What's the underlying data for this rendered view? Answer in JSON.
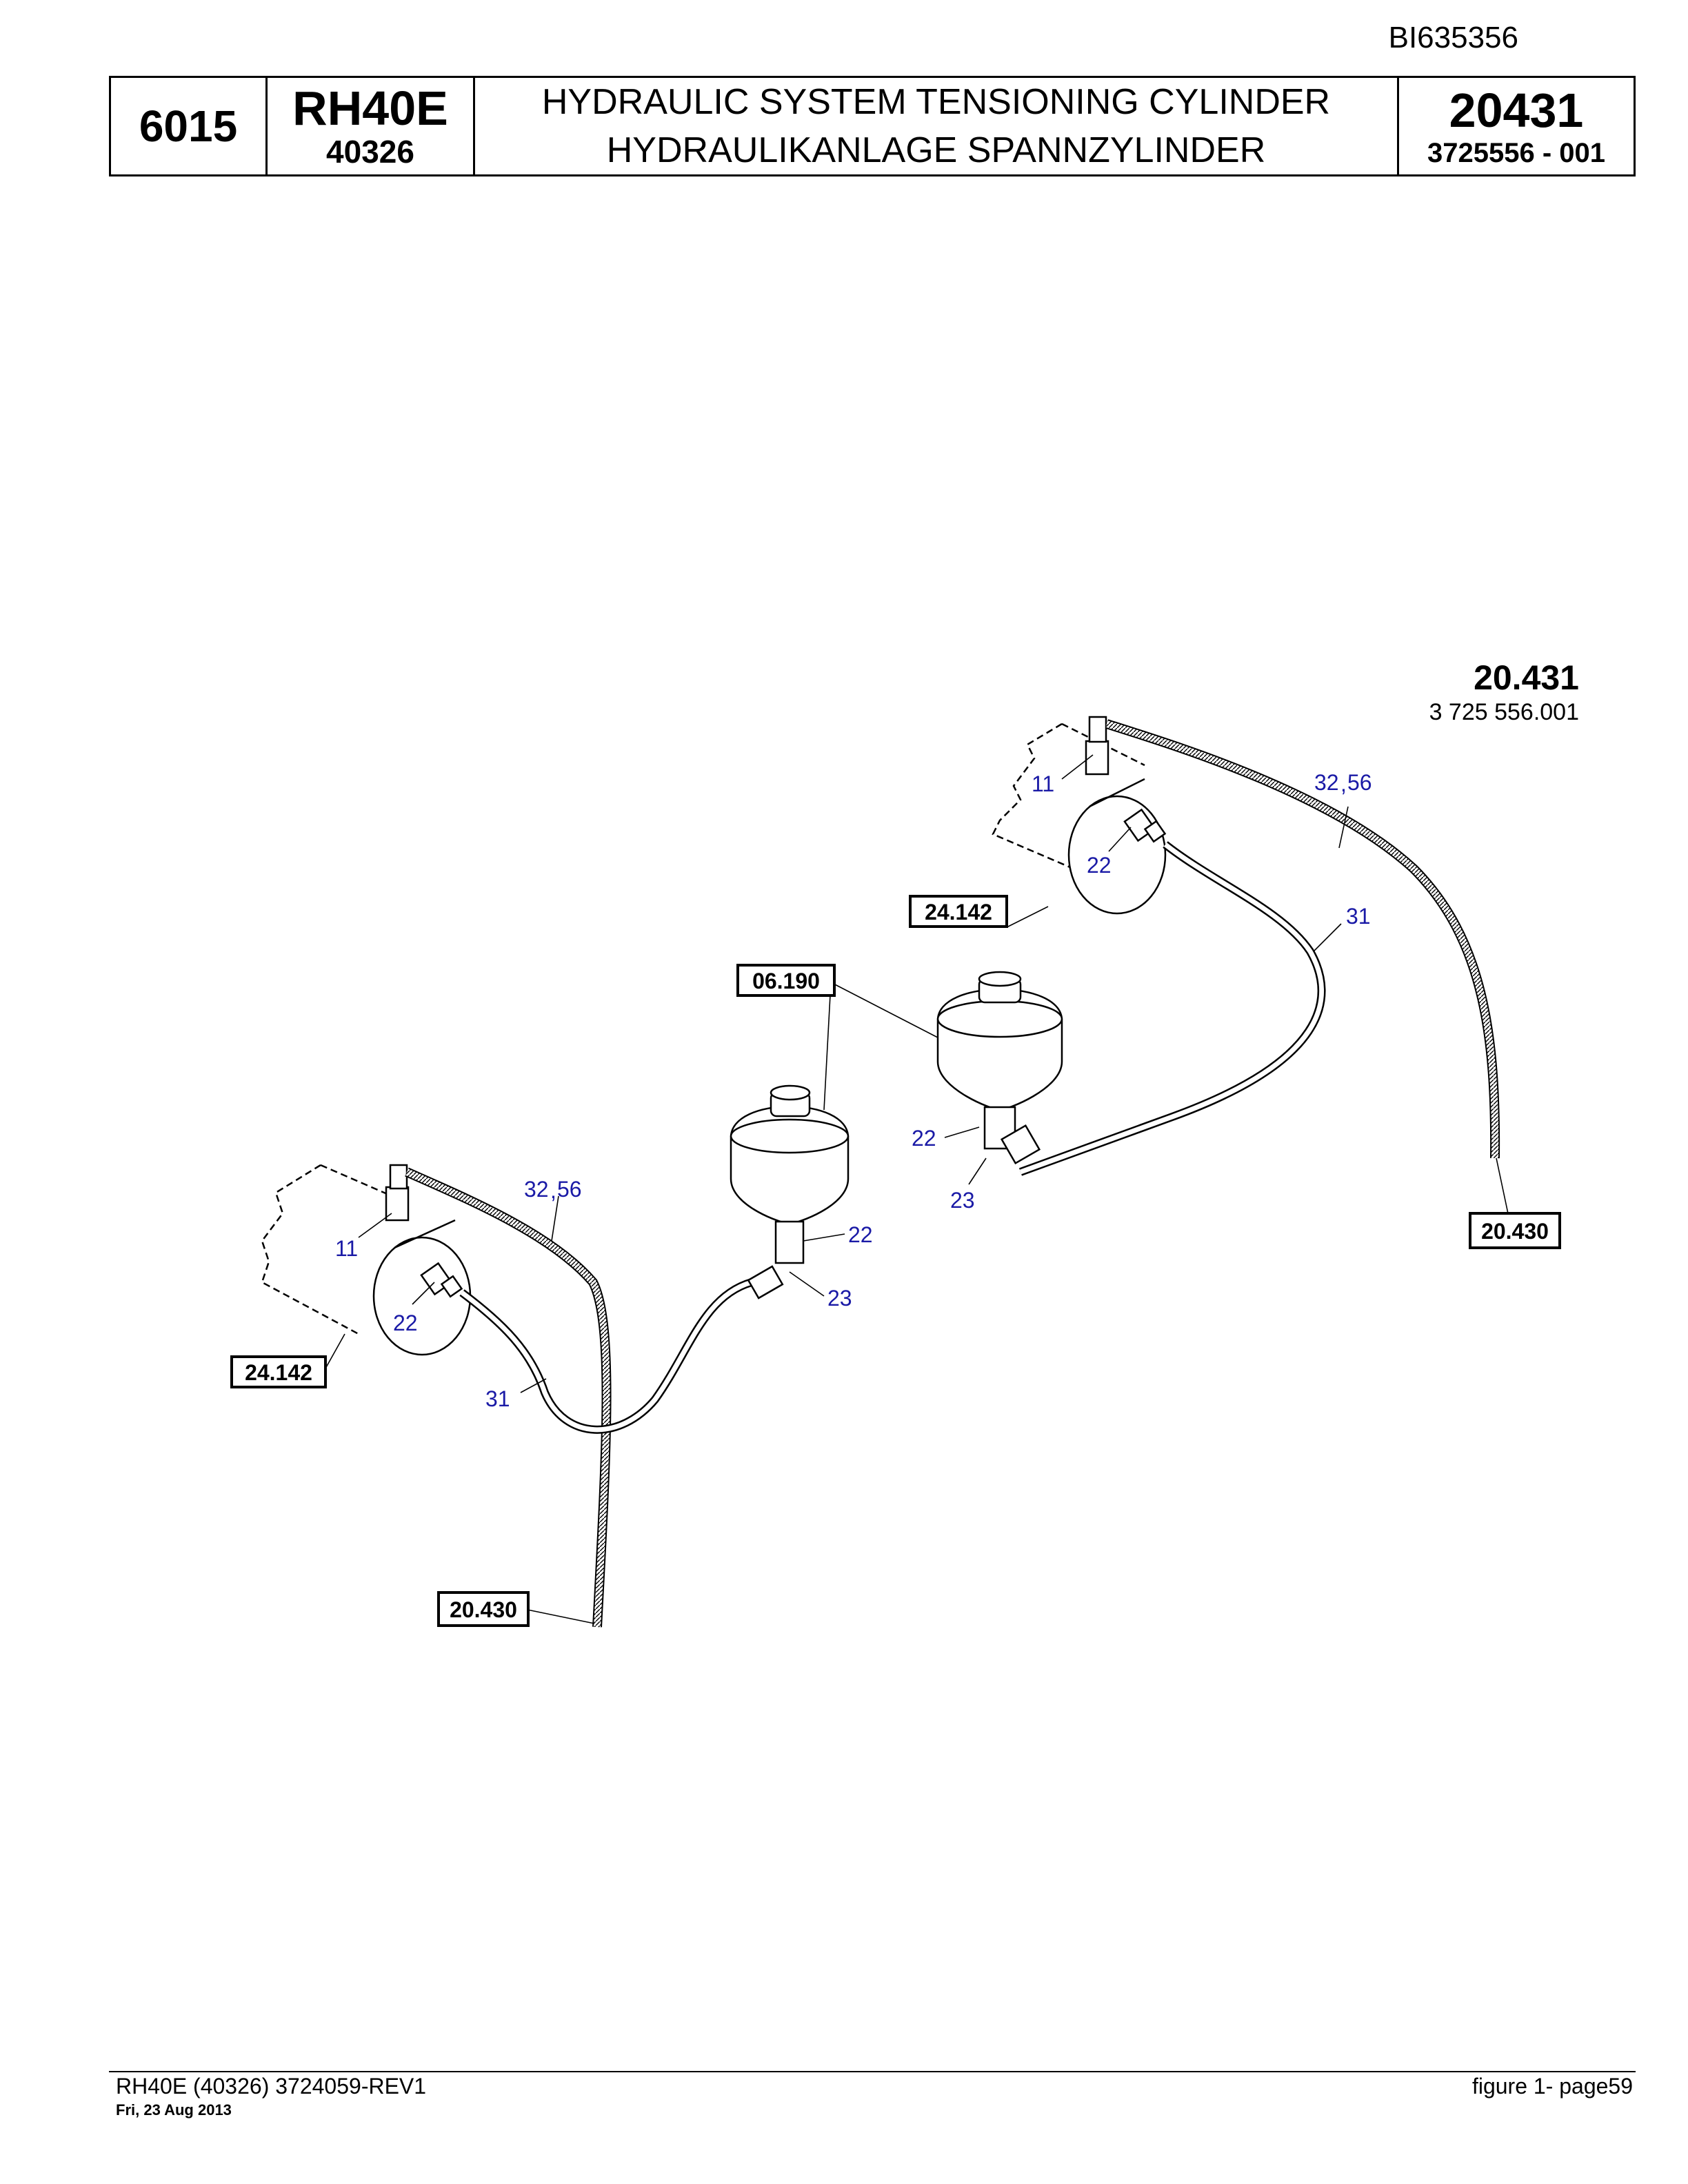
{
  "document_id": "BI635356",
  "header": {
    "section": "6015",
    "model": "RH40E",
    "serial": "40326",
    "title_en": "HYDRAULIC SYSTEM TENSIONING CYLINDER",
    "title_de": "HYDRAULIKANLAGE SPANNZYLINDER",
    "group": "20431",
    "part_ref": "3725556  - 001"
  },
  "figure": {
    "number": "20.431",
    "code": "3 725 556.001",
    "reference_boxes": [
      "24.142",
      "06.190",
      "20.430",
      "24.142",
      "20.430"
    ],
    "callouts": [
      "11",
      "32",
      "56",
      "22",
      "31",
      "22",
      "23",
      "32",
      "56",
      "11",
      "22",
      "22",
      "23",
      "31"
    ]
  },
  "footer": {
    "left": "RH40E (40326) 3724059-REV1",
    "date": "Fri, 23 Aug 2013",
    "right": "figure  1- page59"
  },
  "colors": {
    "callout": "#1a1aa6",
    "line": "#000000"
  }
}
